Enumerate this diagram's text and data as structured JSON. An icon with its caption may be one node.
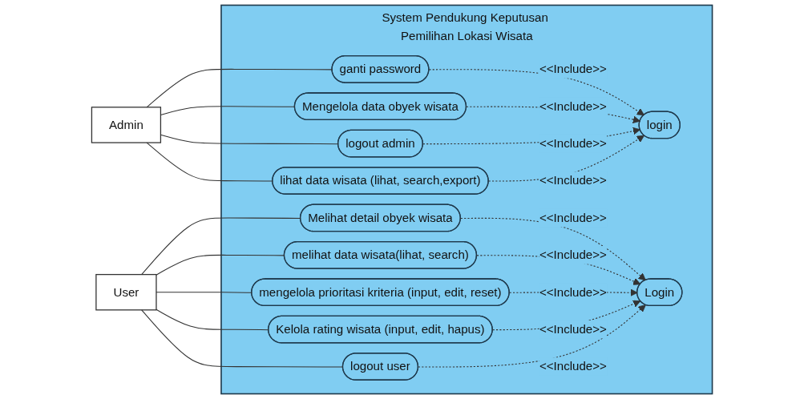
{
  "diagram": {
    "nodes": [
      {
        "text": [
          "System Pendukung Keputusan Pemilihan Lokasi Wisata"
        ]
      },
      {
        "text": [
          "Admin"
        ]
      },
      {
        "text": [
          "ganti password"
        ],
        "in": 0
      },
      {
        "text": [
          "Mengelola data obyek wisata"
        ],
        "in": 0
      },
      {
        "text": [
          "logout admin"
        ],
        "in": 0
      },
      {
        "text": [
          "lihat data wisata (lihat, search,export)"
        ],
        "in": 0
      },
      {
        "text": [
          "login"
        ],
        "in": 0
      },
      {
        "text": [
          "Login"
        ],
        "in": 0
      },
      {
        "text": [
          "Melihat detail obyek wisata"
        ],
        "in": 0
      },
      {
        "text": [
          "melihat data wisata(lihat, search)"
        ],
        "in": 0
      },
      {
        "text": [
          "mengelola prioritasi kriteria (input, edit, reset)"
        ],
        "in": 0
      },
      {
        "text": [
          "Kelola rating wisata (input, edit, hapus)"
        ],
        "in": 0
      },
      {
        "text": [
          "logout user"
        ],
        "in": 0
      },
      {
        "text": [
          "User"
        ]
      }
    ],
    "edges": [
      {
        "from": 1,
        "to": 2,
        "arrow": "none"
      },
      {
        "from": 1,
        "to": 3,
        "arrow": "none"
      },
      {
        "from": 1,
        "to": 4,
        "arrow": "none"
      },
      {
        "from": 1,
        "to": 5,
        "arrow": "none"
      },
      {
        "from": 2,
        "to": 6,
        "arrow": "to",
        "style": "dashed",
        "label": "<<Include>>"
      },
      {
        "from": 3,
        "to": 6,
        "arrow": "to",
        "style": "dashed",
        "label": "<<Include>>"
      },
      {
        "from": 4,
        "to": 6,
        "arrow": "to",
        "style": "dashed",
        "label": "<<Include>>"
      },
      {
        "from": 5,
        "to": 6,
        "arrow": "to",
        "style": "dashed",
        "label": "<<Include>>"
      },
      {
        "from": 8,
        "to": 7,
        "arrow": "to",
        "style": "dashed",
        "label": "<<Include>>"
      },
      {
        "from": 9,
        "to": 7,
        "arrow": "to",
        "style": "dashed",
        "label": "<<Include>>"
      },
      {
        "from": 10,
        "to": 7,
        "arrow": "to",
        "style": "dashed",
        "label": "<<Include>>"
      },
      {
        "from": 11,
        "to": 7,
        "arrow": "to",
        "style": "dashed",
        "label": "<<Include>>"
      },
      {
        "from": 12,
        "to": 7,
        "arrow": "to",
        "style": "dashed",
        "label": "<<Include>>"
      },
      {
        "from": 13,
        "to": 8,
        "arrow": "none"
      },
      {
        "from": 13,
        "to": 9,
        "arrow": "none"
      },
      {
        "from": 13,
        "to": 10,
        "arrow": "none"
      },
      {
        "from": 13,
        "to": 11,
        "arrow": "none"
      },
      {
        "from": 13,
        "to": 12,
        "arrow": "none"
      }
    ]
  }
}
